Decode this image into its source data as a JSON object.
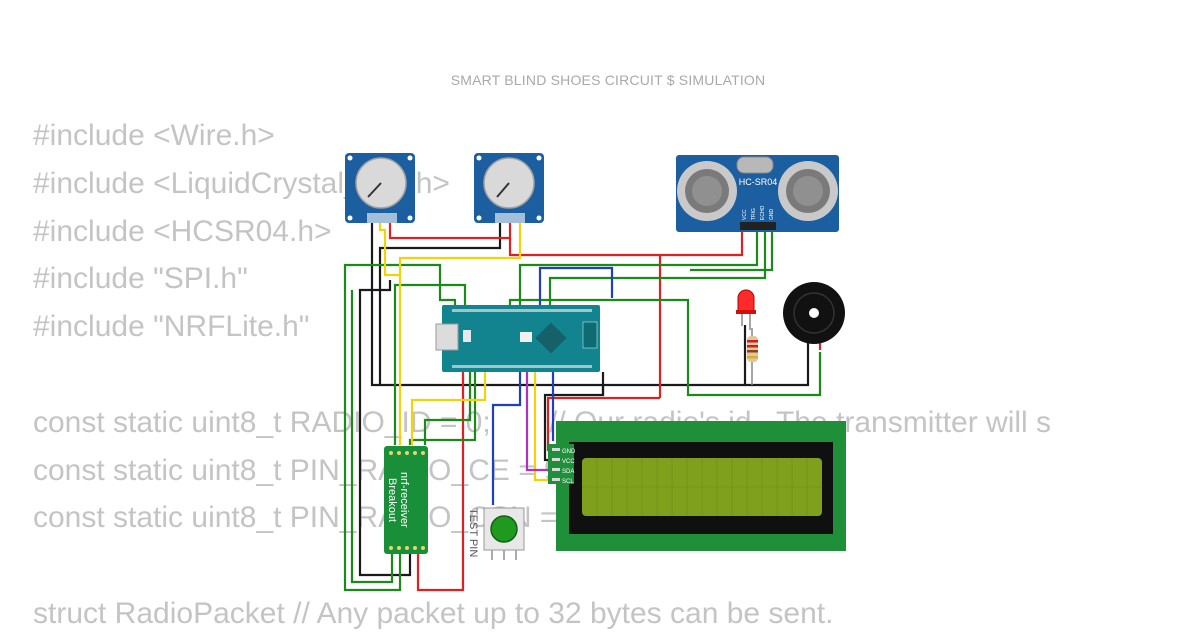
{
  "title": "SMART BLIND SHOES CIRCUIT $ SIMULATION",
  "code_lines": [
    "#include <Wire.h>",
    "#include <LiquidCrystal_I2C.h>",
    "#include <HCSR04.h>",
    "#include \"SPI.h\"",
    "#include \"NRFLite.h\"",
    "",
    "const static uint8_t RADIO_ID = 0;       // Our radio's id.  The transmitter will s",
    "const static uint8_t PIN_RADIO_CE = 9;",
    "const static uint8_t PIN_RADIO_CSN = 10;",
    "",
    "struct RadioPacket // Any packet up to 32 bytes can be sent."
  ],
  "components": {
    "ultrasonic": {
      "label": "HC-SR04",
      "pins": [
        "VCC",
        "TRIG",
        "ECHO",
        "GND"
      ]
    },
    "nrf": {
      "label_line1": "nrf-receiver",
      "label_line2": "Breakout"
    },
    "button": {
      "label": "TEST PIN"
    },
    "lcd": {
      "pins": [
        "GND",
        "VCC",
        "SDA",
        "SCL"
      ]
    }
  },
  "colors": {
    "wire_black": "#1a1a1a",
    "wire_red": "#e02020",
    "wire_green": "#1a8a1a",
    "wire_yellow": "#f2d20a",
    "wire_blue": "#1f3fbf",
    "wire_purple": "#b030c0",
    "board_teal": "#12848f",
    "module_blue": "#1c5fa0",
    "lcd_green": "#1f8f3a",
    "lcd_screen": "#7ea01c"
  }
}
